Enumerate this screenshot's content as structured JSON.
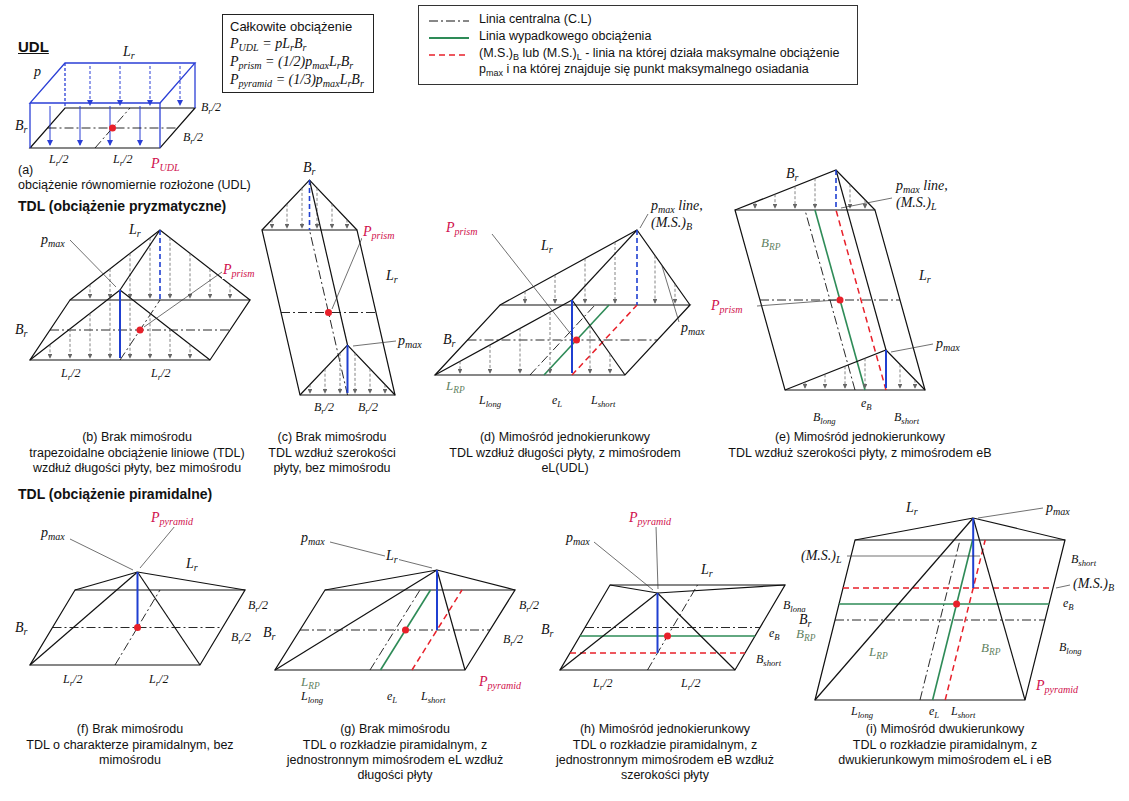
{
  "diagram": {
    "nodes": [
      {
        "text": [
          "Całkowite obciążenie",
          "PUDL = pLrBr",
          "Pprism = (1/2)pmaxLrBr",
          "Ppyramid = (1/3)pmaxLrBr"
        ]
      }
    ],
    "labels": [
      "UDL",
      "p",
      "Lr",
      "Br",
      "Br/2",
      "Br/2",
      "Lr/2",
      "Lr/2",
      "PUDL",
      "(a)",
      "obciążenie równomiernie rozłożone (UDL)",
      "TDL (obciążenie pryzmatyczne)",
      "pmax",
      "Lr",
      "Pprism",
      "Br",
      "Lr/2",
      "Lr/2",
      "(b) Brak mimośrodu",
      "trapezoidalne obciążenie liniowe (TDL) wzdłuż długości płyty, bez mimośrodu",
      "Br",
      "Lr",
      "Pprism",
      "pmax",
      "Br/2",
      "Br/2",
      "(c) Brak mimośrodu",
      "TDL wzdłuż szerokości płyty, bez mimośrodu",
      "Pprism",
      "pmax line, (M.S.)B",
      "Lr",
      "Br",
      "pmax",
      "LRP",
      "Llong",
      "eL",
      "Lshort",
      "(d) Mimośród jednokierunkowy",
      "TDL wzdłuż długości płyty, z mimośrodem eL(UDL)",
      "Br",
      "pmax line, (M.S.)L",
      "BRP",
      "Lr",
      "pmax",
      "Pprism",
      "eB",
      "Blong",
      "Bshort",
      "(e) Mimośród jednokierunkowy",
      "TDL wzdłuż szerokości płyty, z mimośrodem eB",
      "TDL (obciążenie piramidalne)",
      "pmax",
      "Ppyramid",
      "Lr",
      "Br",
      "Br/2",
      "Br/2",
      "Lr/2",
      "Lr/2",
      "(f) Brak mimośrodu",
      "TDL o charakterze piramidalnym, bez mimośrodu",
      "pmax",
      "Lr",
      "Br",
      "Br/2",
      "Br/2",
      "LRP",
      "Llong",
      "eL",
      "Lshort",
      "Ppyramid",
      "(g) Brak mimośrodu",
      "TDL o rozkładzie piramidalnym, z jednostronnym mimośrodem eL wzdłuż długości płyty",
      "pmax",
      "Ppyramid",
      "Lr",
      "eB",
      "BRP",
      "Br",
      "Blong",
      "Bshort",
      "Lr/2",
      "Lr/2",
      "(h) Mimośród jednokierunkowy",
      "TDL o rozkładzie piramidalnym, z jednostronnym mimośrodem eB wzdłuż szerokości płyty",
      "Lr",
      "pmax",
      "(M.S.)L",
      "(M.S.)B",
      "Br",
      "Bshort",
      "eB",
      "Blong",
      "LRP",
      "BRP",
      "Llong",
      "eL",
      "Lshort",
      "Ppyramid",
      "(i) Mimośród dwukierunkowy",
      "TDL o rozkładzie piramidalnym, z dwukierunkowym mimośrodem eL i eB"
    ],
    "legend": [
      {
        "text": "Linia centralna (C.L)"
      },
      {
        "text": "Linia wypadkowego obciążenia"
      },
      {
        "text": "(M.S.)B lub (M.S.)L - linia na której działa maksymalne obciążenie pmax i na której znajduje się punkt maksymalnego osiadania"
      }
    ]
  }
}
